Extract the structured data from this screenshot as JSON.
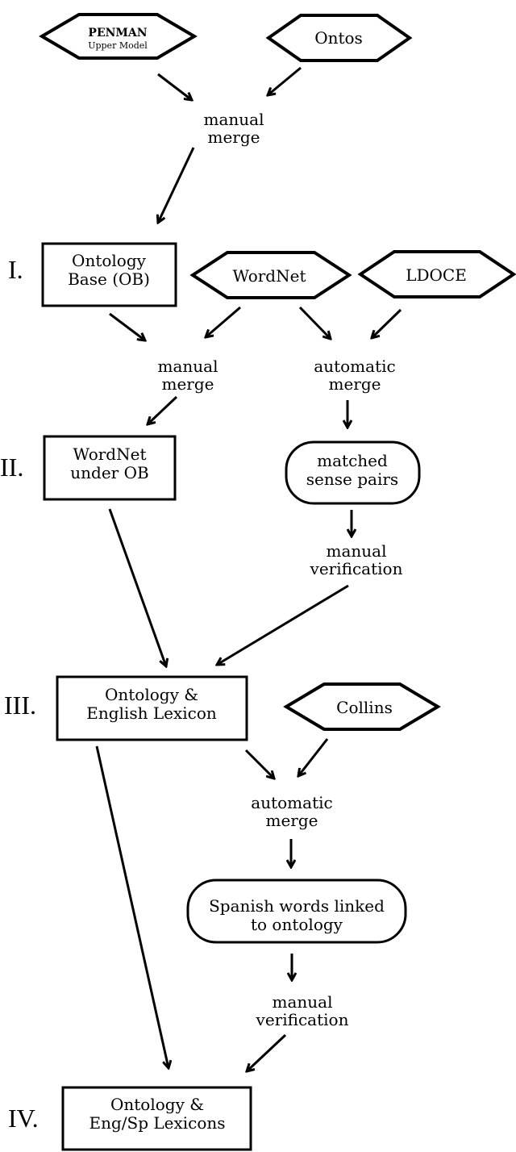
{
  "stages": {
    "s1": "I.",
    "s2": "II.",
    "s3": "III.",
    "s4": "IV."
  },
  "sources": {
    "penman_1": "PENMAN",
    "penman_2": "Upper Model",
    "ontos": "Ontos",
    "wordnet": "WordNet",
    "ldoce": "LDOCE",
    "collins": "Collins"
  },
  "products": {
    "ob_1": "Ontology",
    "ob_2": "Base (OB)",
    "wn_ob_1": "WordNet",
    "wn_ob_2": "under OB",
    "oel_1": "Ontology &",
    "oel_2": "English Lexicon",
    "final_1": "Ontology &",
    "final_2": "Eng/Sp Lexicons"
  },
  "intermediates": {
    "matched_1": "matched",
    "matched_2": "sense pairs",
    "spanish_1": "Spanish words linked",
    "spanish_2": "to ontology"
  },
  "processes": {
    "merge1_1": "manual",
    "merge1_2": "merge",
    "merge2_1": "manual",
    "merge2_2": "merge",
    "auto1_1": "automatic",
    "auto1_2": "merge",
    "verif1_1": "manual",
    "verif1_2": "verification",
    "auto2_1": "automatic",
    "auto2_2": "merge",
    "verif2_1": "manual",
    "verif2_2": "verification"
  }
}
